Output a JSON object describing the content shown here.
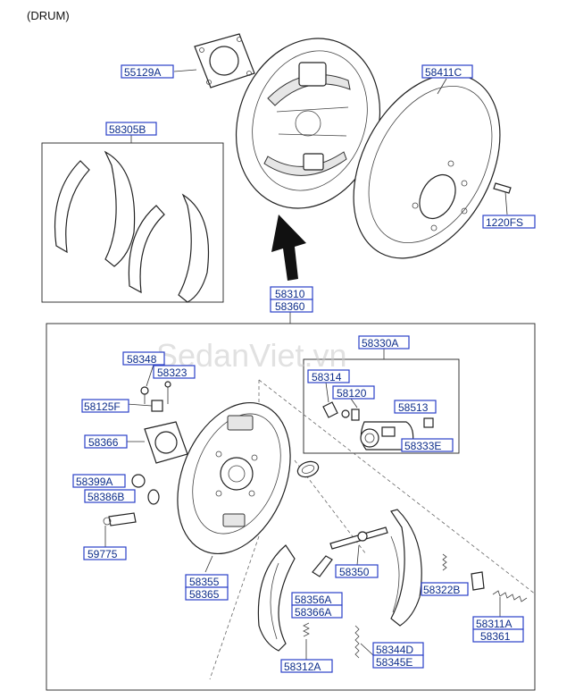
{
  "header": {
    "title": "(DRUM)"
  },
  "watermark": "SedanViet.vn",
  "labels": {
    "backing_plate_gasket_top": "55129A",
    "shoe_kit": "58305B",
    "drum": "58411C",
    "drum_screw": "1220FS",
    "assembly_a": "58310",
    "assembly_b": "58360",
    "wheel_cyl_kit": "58330A",
    "spring_clip": "58314",
    "bleeder_screw": "58120",
    "cap_58513": "58513",
    "wheel_cylinder": "58333E",
    "pin_58348": "58348",
    "pin_58323": "58323",
    "nut_58125": "58125F",
    "gasket_58366": "58366",
    "plug_58399": "58399A",
    "plug_58386": "58386B",
    "sensor_59775": "59775",
    "backing_plate_a": "58355",
    "backing_plate_b": "58365",
    "adjuster": "58350",
    "spring_58322": "58322B",
    "shoe_a": "58356A",
    "shoe_b": "58366A",
    "spring_58311_a": "58311A",
    "spring_58311_b": "58361",
    "lower_spring_a": "58344D",
    "lower_spring_b": "58345E",
    "spring_58312": "58312A"
  }
}
